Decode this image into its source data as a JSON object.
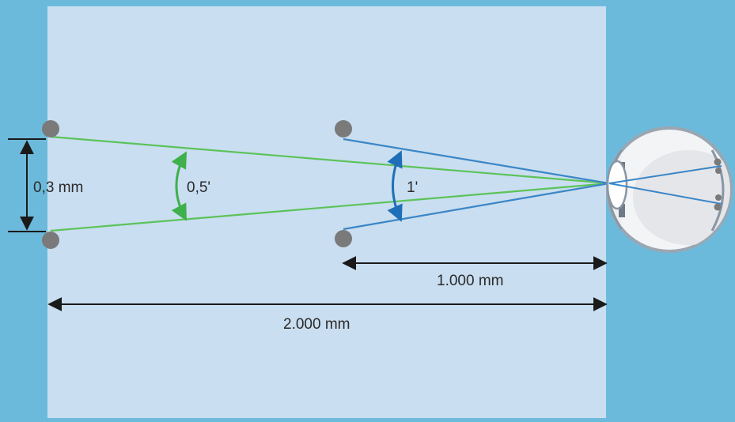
{
  "colors": {
    "background": "#6cbadb",
    "panel": "#c9def0",
    "green_rays": "#5cc35a",
    "blue_rays": "#3b86c6",
    "points": "#7a7a7a",
    "dimension_lines": "#1a1a1a"
  },
  "labels": {
    "separation": "0,3 mm",
    "angle_far": "0,5'",
    "angle_near": "1'",
    "distance_near": "1.000 mm",
    "distance_far": "2.000 mm"
  },
  "icons": {
    "eye": "eye-icon"
  }
}
